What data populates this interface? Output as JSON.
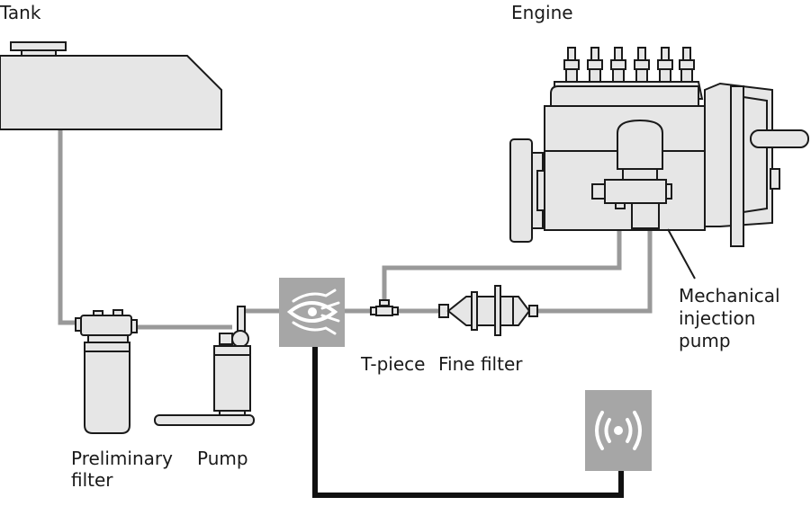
{
  "labels": {
    "tank": "Tank",
    "engine": "Engine",
    "injection_pump_line1": "Mechanical",
    "injection_pump_line2": "injection",
    "injection_pump_line3": "pump",
    "t_piece": "T-piece",
    "fine_filter": "Fine filter",
    "preliminary_filter_line1": "Preliminary",
    "preliminary_filter_line2": "filter",
    "pump": "Pump"
  },
  "colors": {
    "component_fill": "#e6e6e6",
    "outline": "#1a1a1a",
    "fuel_line": "#999999",
    "signal_line": "#111111",
    "module_box": "#a6a6a6",
    "module_icon": "#ffffff"
  },
  "icons": {
    "flow_module": "eye-flow-icon",
    "wireless_module": "wireless-signal-icon"
  }
}
